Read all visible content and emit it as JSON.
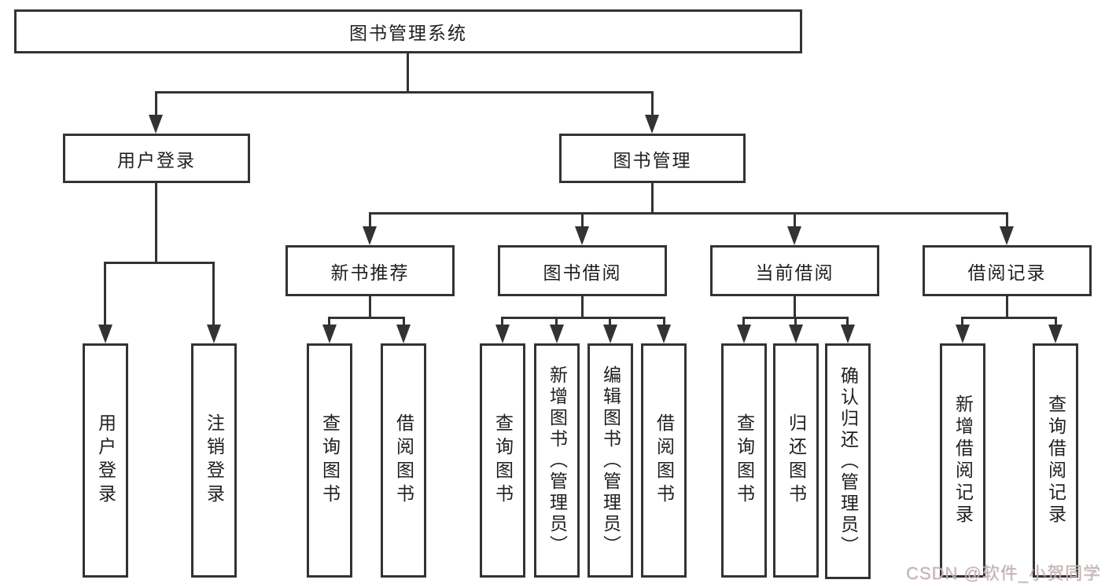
{
  "diagram": {
    "type": "hierarchy-tree",
    "colors": {
      "line": "#333333",
      "node_border": "#333333",
      "node_fill": "#ffffff",
      "text": "#1f1f1f",
      "watermark_text": "#bdb5b5"
    },
    "root": {
      "label": "图书管理系统"
    },
    "level2": [
      {
        "label": "用户登录"
      },
      {
        "label": "图书管理"
      }
    ],
    "level3": [
      {
        "label": "新书推荐"
      },
      {
        "label": "图书借阅"
      },
      {
        "label": "当前借阅"
      },
      {
        "label": "借阅记录"
      }
    ],
    "leaves": {
      "user": [
        {
          "label": "用户登录"
        },
        {
          "label": "注销登录"
        }
      ],
      "recommend": [
        {
          "label": "查询图书"
        },
        {
          "label": "借阅图书"
        }
      ],
      "borrow": [
        {
          "label": "查询图书"
        },
        {
          "label": "新增图书（管理员）"
        },
        {
          "label": "编辑图书（管理员）"
        },
        {
          "label": "借阅图书"
        }
      ],
      "current": [
        {
          "label": "查询图书"
        },
        {
          "label": "归还图书"
        },
        {
          "label": "确认归还（管理员）"
        }
      ],
      "records": [
        {
          "label": "新增借阅记录"
        },
        {
          "label": "查询借阅记录"
        }
      ]
    },
    "watermark": {
      "text": "CSDN @软件_小贺同学"
    }
  }
}
